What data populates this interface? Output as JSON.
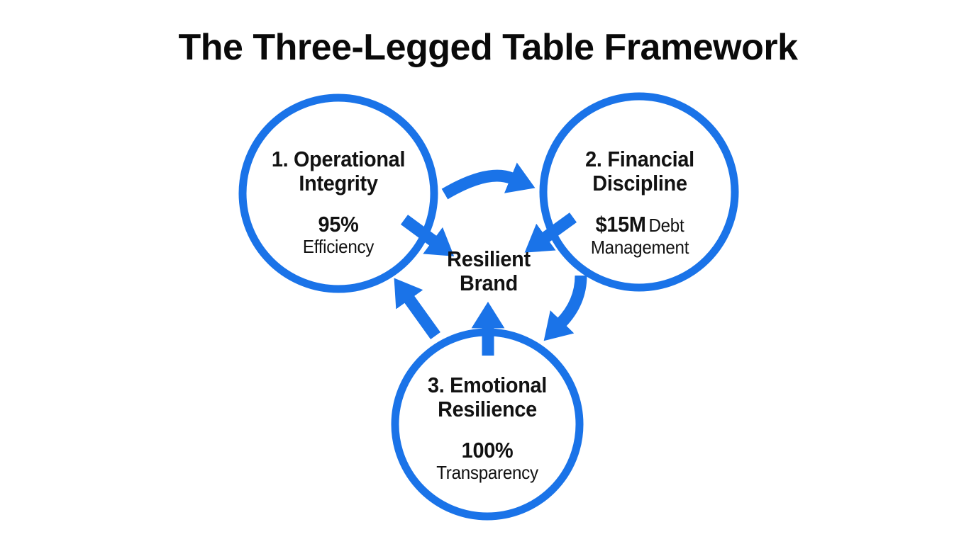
{
  "title": "The Three-Legged Table Framework",
  "colors": {
    "accent": "#1a73e8",
    "text": "#111111",
    "background": "#ffffff"
  },
  "center": {
    "line1": "Resilient",
    "line2": "Brand"
  },
  "nodes": [
    {
      "heading_line1": "1. Operational",
      "heading_line2": "Integrity",
      "stat_value": "95%",
      "stat_label": "Efficiency"
    },
    {
      "heading_line1": "2. Financial",
      "heading_line2": "Discipline",
      "stat_value": "$15M",
      "stat_label": "Debt Management"
    },
    {
      "heading_line1": "3. Emotional",
      "heading_line2": "Resilience",
      "stat_value": "100%",
      "stat_label": "Transparency"
    }
  ],
  "connections": [
    {
      "from": "1. Operational Integrity",
      "to": "2. Financial Discipline"
    },
    {
      "from": "2. Financial Discipline",
      "to": "3. Emotional Resilience"
    },
    {
      "from": "3. Emotional Resilience",
      "to": "1. Operational Integrity"
    },
    {
      "from": "1. Operational Integrity",
      "to": "Resilient Brand"
    },
    {
      "from": "2. Financial Discipline",
      "to": "Resilient Brand"
    },
    {
      "from": "3. Emotional Resilience",
      "to": "Resilient Brand"
    }
  ]
}
